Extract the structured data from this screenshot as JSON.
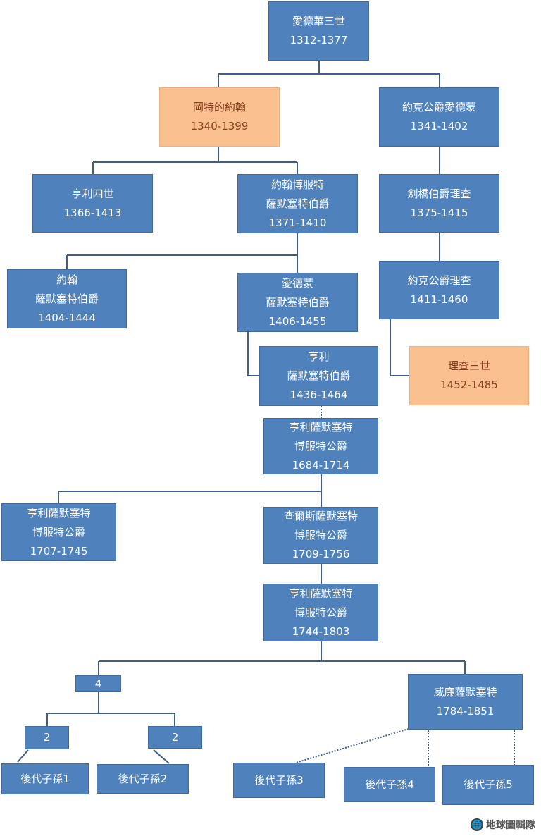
{
  "title": "Family tree: Edward III to the Dukes of Somerset / Beaufort",
  "colors": {
    "default_box": "#4f81bd",
    "highlight_box": "#fac08f",
    "line": "#3f5d86"
  },
  "nodes": {
    "edward3": {
      "lines": [
        "愛德華三世",
        "1312-1377"
      ],
      "highlight": false
    },
    "john_gaunt": {
      "lines": [
        "岡特的約翰",
        "1340-1399"
      ],
      "highlight": true
    },
    "edmund_york": {
      "lines": [
        "約克公爵愛德蒙",
        "1341-1402"
      ],
      "highlight": false
    },
    "henry4": {
      "lines": [
        "亨利四世",
        "1366-1413"
      ],
      "highlight": false
    },
    "john_beaufort": {
      "lines": [
        "約翰博服特",
        "薩默塞特伯爵",
        "1371-1410"
      ],
      "highlight": false
    },
    "richard_camb": {
      "lines": [
        "劍橋伯爵理查",
        "1375-1415"
      ],
      "highlight": false
    },
    "john_somerset": {
      "lines": [
        "約翰",
        "薩默塞特伯爵",
        "1404-1444"
      ],
      "highlight": false
    },
    "edmund_somerset": {
      "lines": [
        "愛德蒙",
        "薩默塞特伯爵",
        "1406-1455"
      ],
      "highlight": false
    },
    "richard_york": {
      "lines": [
        "約克公爵理查",
        "1411-1460"
      ],
      "highlight": false
    },
    "henry_somerset": {
      "lines": [
        "亨利",
        "薩默塞特伯爵",
        "1436-1464"
      ],
      "highlight": false
    },
    "richard3": {
      "lines": [
        "理查三世",
        "1452-1485"
      ],
      "highlight": true
    },
    "henry_duke_1684": {
      "lines": [
        "亨利薩默塞特",
        "博服特公爵",
        "1684-1714"
      ],
      "highlight": false
    },
    "henry_duke_1707": {
      "lines": [
        "亨利薩默塞特",
        "博服特公爵",
        "1707-1745"
      ],
      "highlight": false
    },
    "charles_duke": {
      "lines": [
        "查爾斯薩默塞特",
        "博服特公爵",
        "1709-1756"
      ],
      "highlight": false
    },
    "henry_duke_1744": {
      "lines": [
        "亨利薩默塞特",
        "博服特公爵",
        "1744-1803"
      ],
      "highlight": false
    },
    "count4": {
      "lines": [
        "4"
      ],
      "highlight": false
    },
    "william": {
      "lines": [
        "威廉薩默塞特",
        "1784-1851"
      ],
      "highlight": false
    },
    "count2a": {
      "lines": [
        "2"
      ],
      "highlight": false
    },
    "count2b": {
      "lines": [
        "2"
      ],
      "highlight": false
    },
    "desc1": {
      "lines": [
        "後代子孫1"
      ],
      "highlight": false
    },
    "desc2": {
      "lines": [
        "後代子孫2"
      ],
      "highlight": false
    },
    "desc3": {
      "lines": [
        "後代子孫3"
      ],
      "highlight": false
    },
    "desc4": {
      "lines": [
        "後代子孫4"
      ],
      "highlight": false
    },
    "desc5": {
      "lines": [
        "後代子孫5"
      ],
      "highlight": false
    }
  },
  "edges": [
    {
      "from": "edward3",
      "to": "john_gaunt",
      "style": "solid"
    },
    {
      "from": "edward3",
      "to": "edmund_york",
      "style": "solid"
    },
    {
      "from": "john_gaunt",
      "to": "henry4",
      "style": "solid"
    },
    {
      "from": "john_gaunt",
      "to": "john_beaufort",
      "style": "solid"
    },
    {
      "from": "edmund_york",
      "to": "richard_camb",
      "style": "solid"
    },
    {
      "from": "richard_camb",
      "to": "richard_york",
      "style": "solid"
    },
    {
      "from": "john_beaufort",
      "to": "john_somerset",
      "style": "solid"
    },
    {
      "from": "john_beaufort",
      "to": "edmund_somerset",
      "style": "solid"
    },
    {
      "from": "edmund_somerset",
      "to": "henry_somerset",
      "style": "solid"
    },
    {
      "from": "richard_york",
      "to": "richard3",
      "style": "solid"
    },
    {
      "from": "henry_somerset",
      "to": "henry_duke_1684",
      "style": "dotted"
    },
    {
      "from": "henry_duke_1684",
      "to": "henry_duke_1707",
      "style": "solid"
    },
    {
      "from": "henry_duke_1684",
      "to": "charles_duke",
      "style": "solid"
    },
    {
      "from": "charles_duke",
      "to": "henry_duke_1744",
      "style": "solid"
    },
    {
      "from": "henry_duke_1744",
      "to": "count4",
      "style": "solid"
    },
    {
      "from": "henry_duke_1744",
      "to": "william",
      "style": "solid"
    },
    {
      "from": "count4",
      "to": "count2a",
      "style": "solid"
    },
    {
      "from": "count4",
      "to": "count2b",
      "style": "solid"
    },
    {
      "from": "count2a",
      "to": "desc1",
      "style": "solid"
    },
    {
      "from": "count2b",
      "to": "desc2",
      "style": "solid"
    },
    {
      "from": "william",
      "to": "desc3",
      "style": "dotted"
    },
    {
      "from": "william",
      "to": "desc4",
      "style": "dotted"
    },
    {
      "from": "william",
      "to": "desc5",
      "style": "dotted"
    }
  ],
  "watermark": {
    "icon": "globe-icon",
    "text": "地球圖輯隊"
  }
}
